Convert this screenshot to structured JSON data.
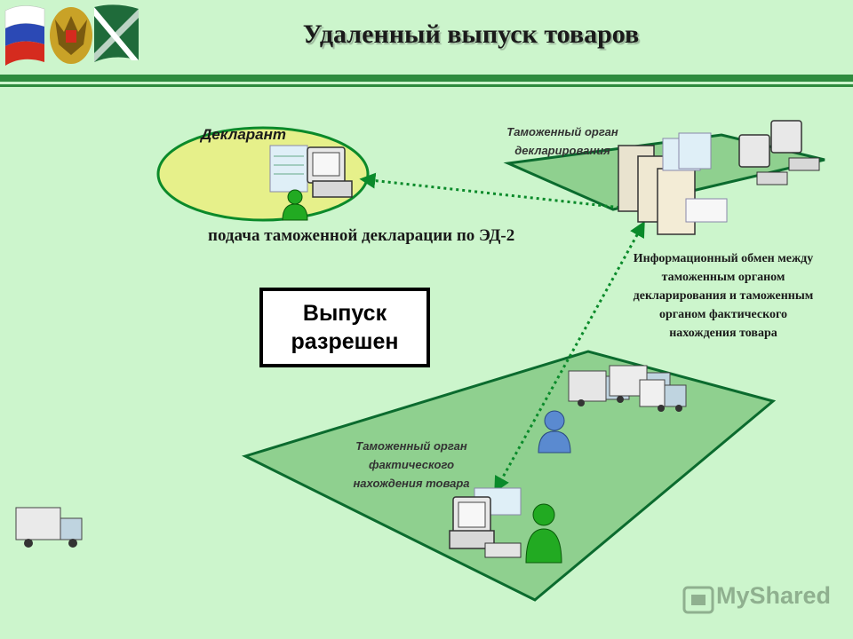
{
  "header": {
    "title": "Удаленный выпуск товаров"
  },
  "diagram": {
    "declarant_label": "Декларант",
    "declaration_office_label_line1": "Таможенный орган",
    "declaration_office_label_line2": "декларирования",
    "submission_caption": "подача таможенной декларации по ЭД-2",
    "info_exchange_line1": "Информационный обмен между",
    "info_exchange_line2": "таможенным органом",
    "info_exchange_line3": "декларирования и таможенным",
    "info_exchange_line4": "органом фактического",
    "info_exchange_line5": "нахождения товара",
    "release_line1": "Выпуск",
    "release_line2": "разрешен",
    "actual_office_label_line1": "Таможенный орган",
    "actual_office_label_line2": "фактического",
    "actual_office_label_line3": "нахождения товара"
  },
  "watermark": {
    "text": "MyShared"
  },
  "colors": {
    "background": "#ccf5cc",
    "zone_fill": "#8fd08f",
    "zone_stroke": "#0b6b2e",
    "declarant_ellipse": "#e6f08a",
    "connector": "#0a8a2a",
    "person_green": "#22aa22",
    "person_blue": "#5a8ad0",
    "header_stripe": "#2e8b3e"
  }
}
